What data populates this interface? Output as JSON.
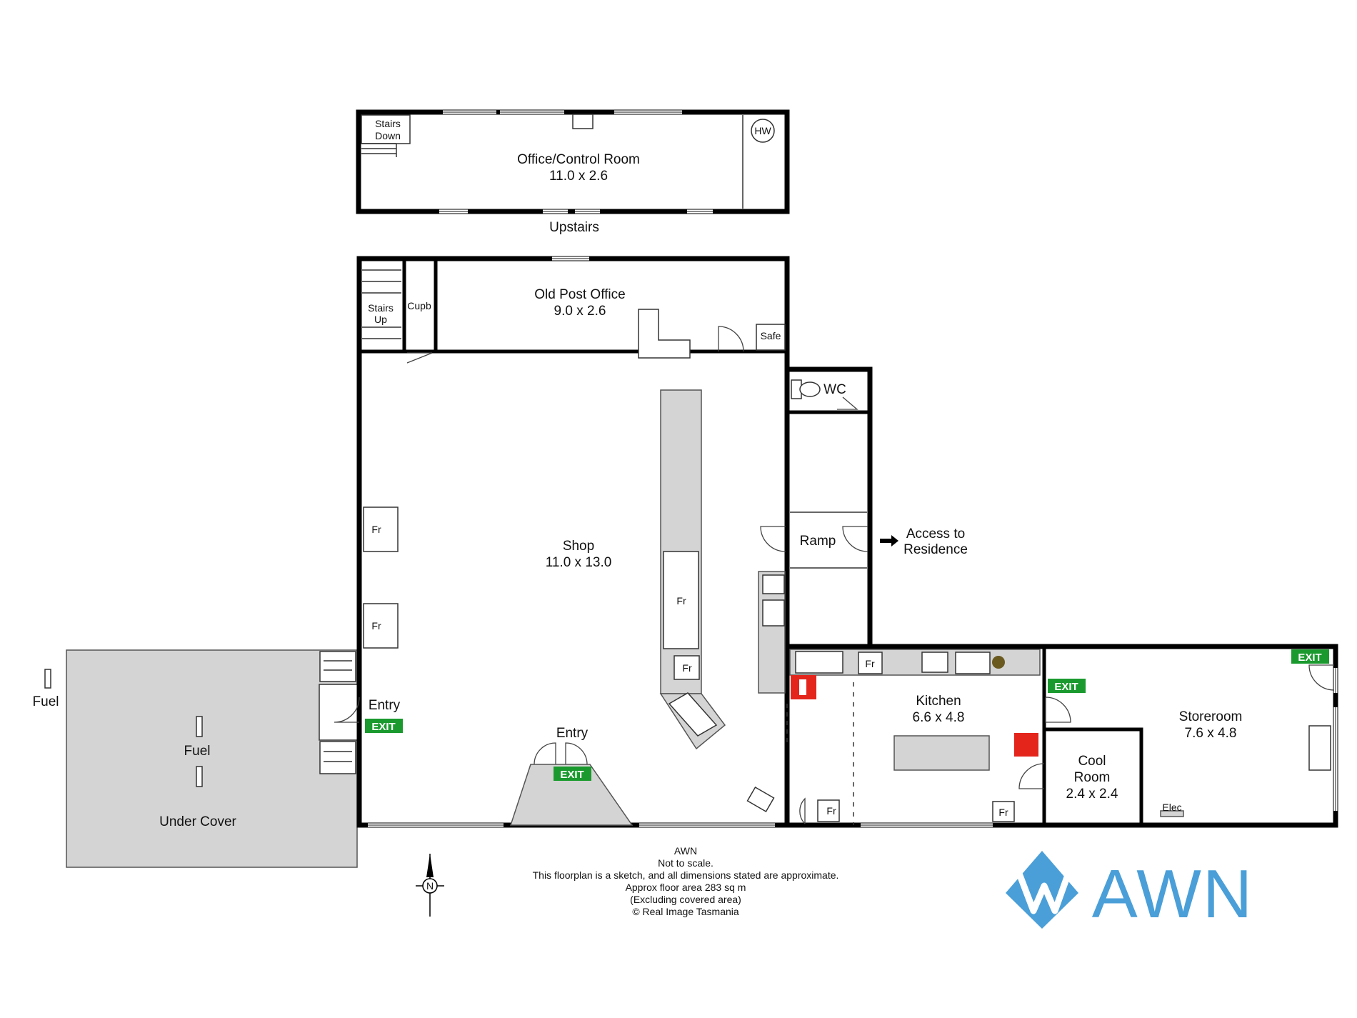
{
  "rooms": {
    "office": {
      "name": "Office/Control Room",
      "dims": "11.0 x 2.6"
    },
    "post_office": {
      "name": "Old Post Office",
      "dims": "9.0 x 2.6"
    },
    "shop": {
      "name": "Shop",
      "dims": "11.0 x 13.0"
    },
    "kitchen": {
      "name": "Kitchen",
      "dims": "6.6 x 4.8"
    },
    "storeroom": {
      "name": "Storeroom",
      "dims": "7.6 x 4.8"
    },
    "cool_room": {
      "line1": "Cool",
      "line2": "Room",
      "dims": "2.4 x 2.4"
    },
    "wc": {
      "name": "WC"
    },
    "ramp": {
      "name": "Ramp"
    },
    "under_cover": {
      "name": "Under Cover"
    }
  },
  "labels": {
    "upstairs": "Upstairs",
    "stairs_down_1": "Stairs",
    "stairs_down_2": "Down",
    "stairs_up_1": "Stairs",
    "stairs_up_2": "Up",
    "cupb": "Cupb",
    "safe": "Safe",
    "hw": "HW",
    "fr": "Fr",
    "entry": "Entry",
    "exit": "EXIT",
    "fuel": "Fuel",
    "access_line1": "Access to",
    "access_line2": "Residence",
    "elec": "Elec",
    "compass": "N"
  },
  "notes": [
    "AWN",
    "Not to scale.",
    "This floorplan is a sketch, and all dimensions stated are approximate.",
    "Approx floor area 283 sq m",
    "(Excluding covered area)",
    "© Real Image Tasmania"
  ],
  "logo": {
    "text": "AWN",
    "color": "#4a9fd8"
  },
  "colors": {
    "wall": "#000000",
    "grey_fill": "#d4d4d4",
    "exit_green": "#1a9a2e",
    "fire_red": "#e3251c"
  }
}
